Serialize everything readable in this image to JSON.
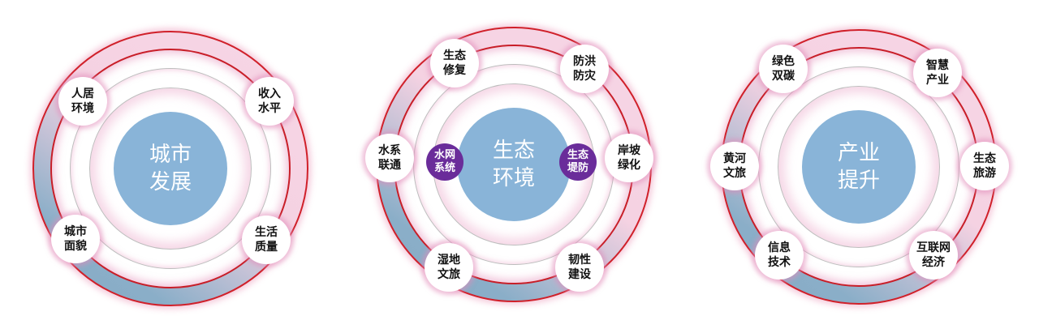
{
  "diagrams": [
    {
      "center": "城市\n发展",
      "nodes": [
        "人居\n环境",
        "收入\n水平",
        "城市\n面貌",
        "生活\n质量"
      ]
    },
    {
      "center": "生态\n环境",
      "nodes": [
        "生态\n修复",
        "防洪\n防灾",
        "水系\n联通",
        "岸坡\n绿化",
        "湿地\n文旅",
        "韧性\n建设"
      ],
      "inner_nodes": [
        "水网\n系统",
        "生态\n堤防"
      ],
      "inner_color": "#6a2c9a"
    },
    {
      "center": "产业\n提升",
      "nodes": [
        "绿色\n双碳",
        "智慧\n产业",
        "黄河\n文旅",
        "生态\n旅游",
        "信息\n技术",
        "互联网\n经济"
      ]
    }
  ],
  "colors": {
    "center_fill": "#89b4d8",
    "ring_red": "#d0202a",
    "ring_pink": "#f7d6e6",
    "ring_blue": "#8aaec8"
  }
}
